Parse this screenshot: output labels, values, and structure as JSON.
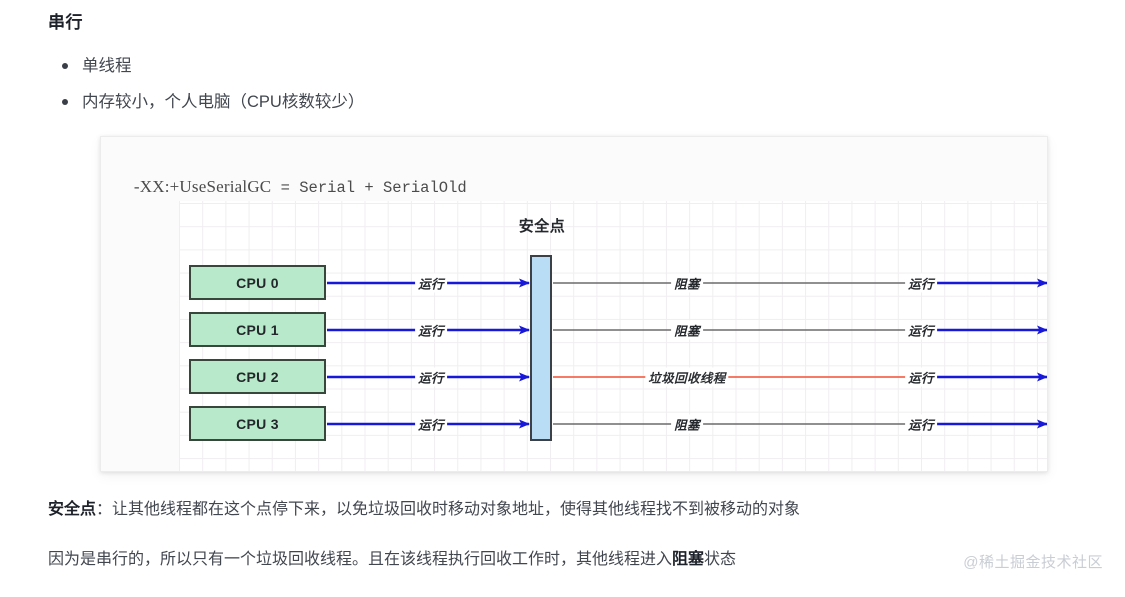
{
  "section": {
    "title": "串行",
    "bullets": [
      "单线程",
      "内存较小，个人电脑（CPU核数较少）"
    ]
  },
  "diagram": {
    "code_serif": "-XX:+UseSerialGC",
    "code_mono": " = Serial + SerialOld",
    "safepoint_label": "安全点",
    "cpus": [
      {
        "label": "CPU 0",
        "left_label": "运行",
        "mid_label": "阻塞",
        "right_label": "运行",
        "mid_state": "blocked"
      },
      {
        "label": "CPU 1",
        "left_label": "运行",
        "mid_label": "阻塞",
        "right_label": "运行",
        "mid_state": "blocked"
      },
      {
        "label": "CPU 2",
        "left_label": "运行",
        "mid_label": "垃圾回收线程",
        "right_label": "运行",
        "mid_state": "gc"
      },
      {
        "label": "CPU 3",
        "left_label": "运行",
        "mid_label": "阻塞",
        "right_label": "运行",
        "mid_state": "blocked"
      }
    ],
    "colors": {
      "cpu_fill": "#b8e9ca",
      "cpu_border": "#37473c",
      "safepoint_fill": "#b9ddf5",
      "safepoint_border": "#3b4147",
      "running_arrow": "#1818d8",
      "blocked_line": "#6b6b6b",
      "gc_line": "#f4674f",
      "grid_line": "#f0eef0"
    }
  },
  "notes": {
    "line1_bold": "安全点",
    "line1_rest": "：让其他线程都在这个点停下来，以免垃圾回收时移动对象地址，使得其他线程找不到被移动的对象",
    "line2_pre": "因为是串行的，所以只有一个垃圾回收线程。且在该线程执行回收工作时，其他线程进入",
    "line2_bold": "阻塞",
    "line2_post": "状态"
  },
  "watermark": "@稀土掘金技术社区"
}
